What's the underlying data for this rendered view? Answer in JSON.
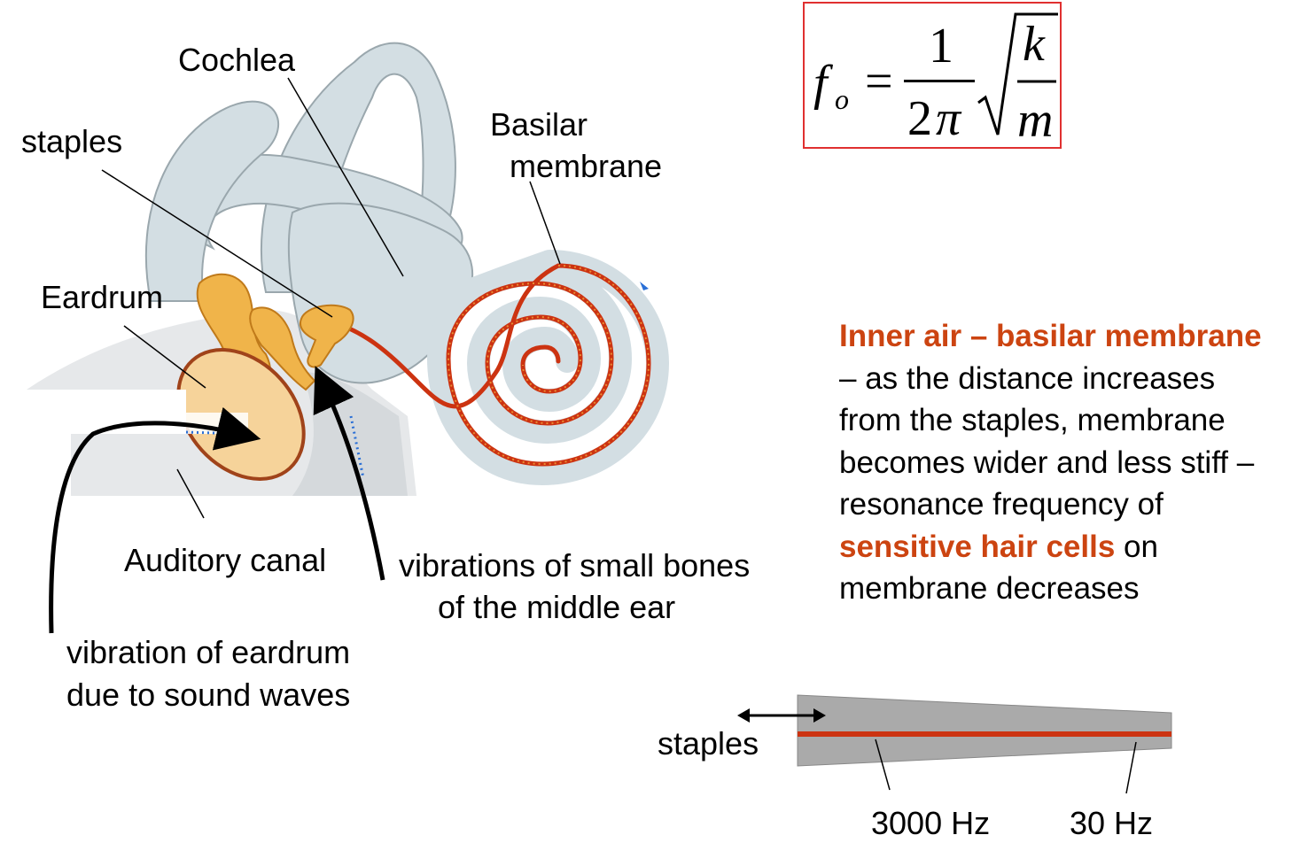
{
  "labels": {
    "cochlea": "Cochlea",
    "staples_top": "staples",
    "basilar_line1": "Basilar",
    "basilar_line2": "membrane",
    "eardrum": "Eardrum",
    "auditory_canal": "Auditory canal",
    "small_bones_line1": "vibrations of small bones",
    "small_bones_line2": "of the middle ear",
    "eardrum_vib_line1": "vibration of eardrum",
    "eardrum_vib_line2": "due to sound waves",
    "staples_bottom": "staples",
    "freq_high": "3000 Hz",
    "freq_low": "30 Hz"
  },
  "formula": {
    "lhs_symbol": "f",
    "lhs_subscript": "o",
    "equals": "=",
    "numerator": "1",
    "denominator_number": "2",
    "denominator_symbol": "π",
    "radical_numerator": "k",
    "radical_denominator": "m"
  },
  "description": {
    "heading": "Inner air – basilar membrane",
    "text1": " – as the distance increases from the staples, membrane becomes wider and less stiff – resonance frequency of ",
    "highlight": "sensitive hair cells",
    "text2": " on membrane decreases"
  },
  "colors": {
    "highlight": "#cc4411",
    "formula_border": "#e03030",
    "basilar_band": "#cc3311",
    "cochlea_fill": "#d3dee3",
    "bone_fill": "#f0b44a",
    "eardrum_fill": "#f6d39a",
    "membrane_fill": "#aaaaaa"
  }
}
